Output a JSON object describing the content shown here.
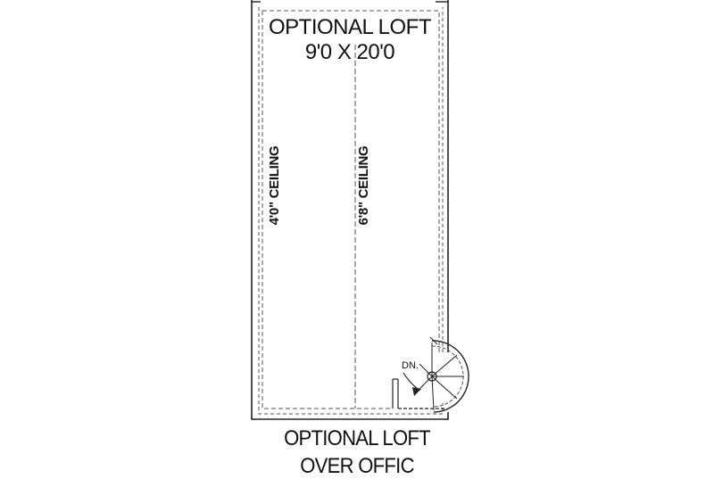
{
  "room": {
    "title": "OPTIONAL LOFT",
    "dimensions": "9'0 X 20'0"
  },
  "ceilings": {
    "left": "4'0\" CEILING",
    "right": "6'8\" CEILING"
  },
  "stair": {
    "label": "DN."
  },
  "caption": {
    "line1": "OPTIONAL LOFT",
    "line2": "OVER OFFIC"
  },
  "colors": {
    "line": "#222222",
    "dash": "#555555",
    "background": "#ffffff"
  }
}
